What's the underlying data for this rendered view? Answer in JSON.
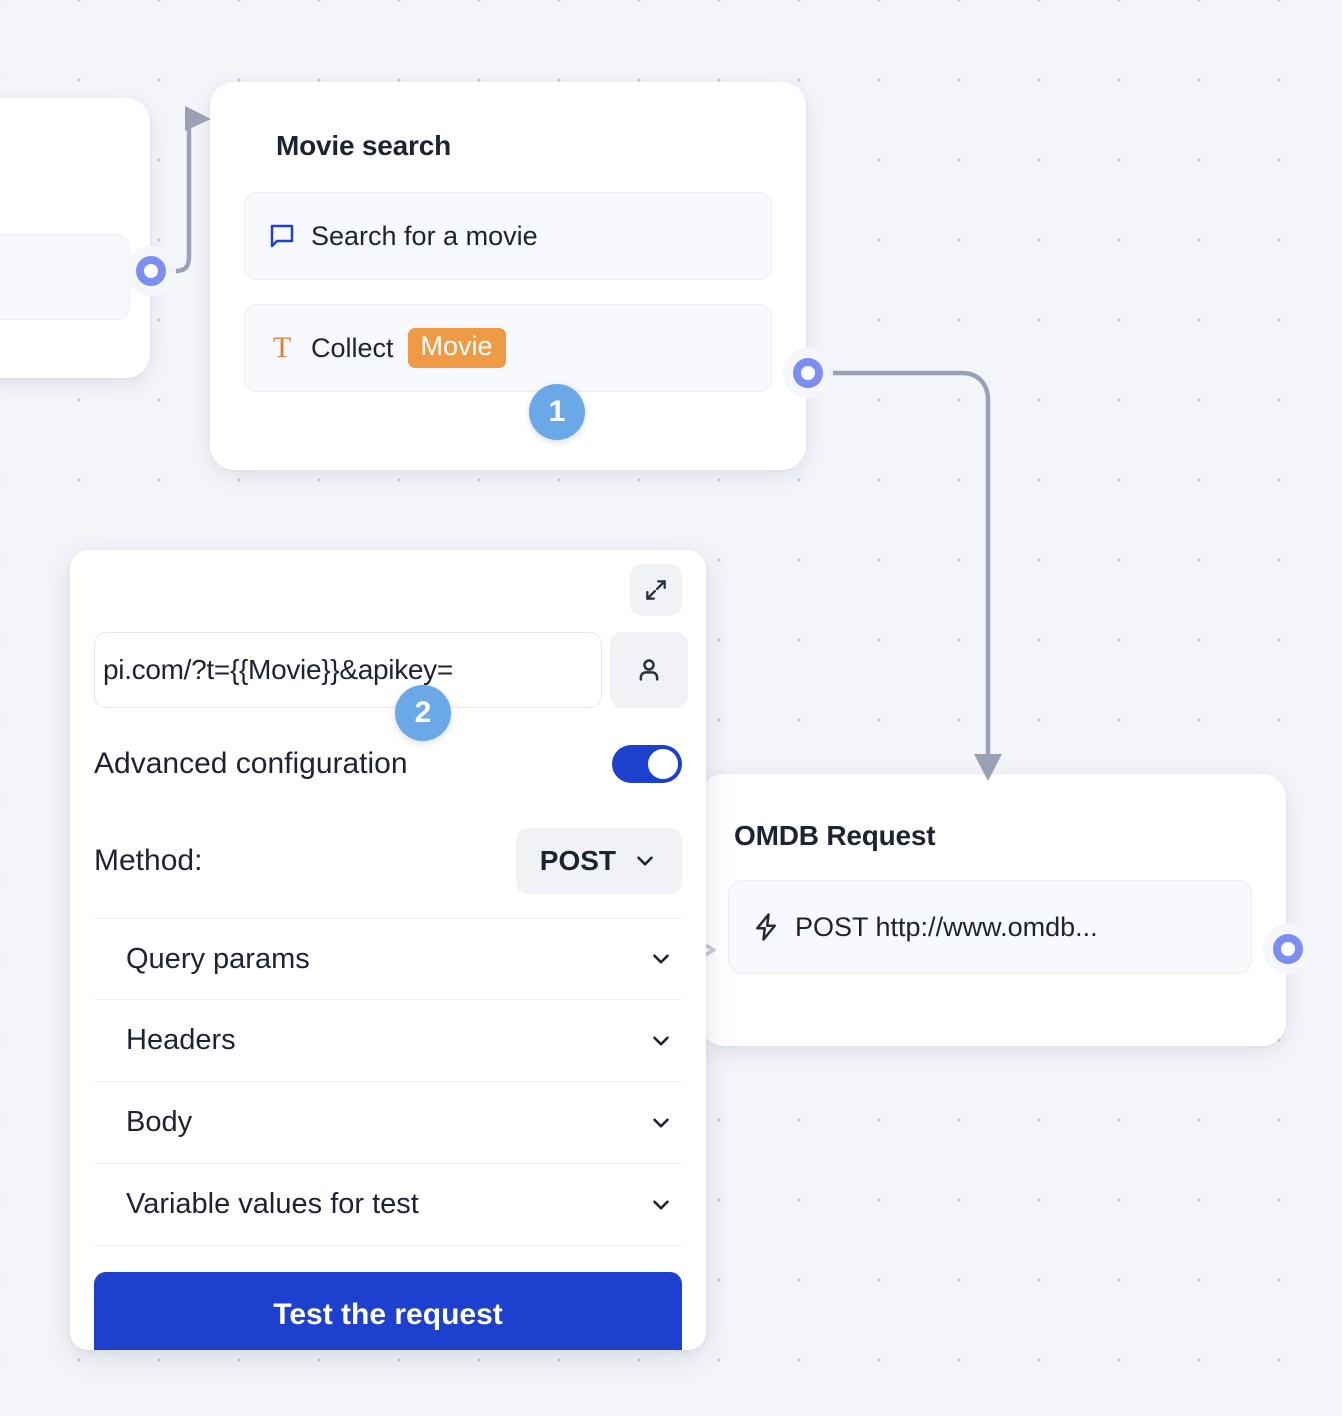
{
  "canvas": {
    "background_color": "#f4f5f9",
    "dot_color": "#c5cad8"
  },
  "nodes": {
    "partial_left": {
      "name": "partial-node"
    },
    "movie_search": {
      "title": "Movie search",
      "rows": [
        {
          "icon": "chat-bubble-icon",
          "label": "Search for a movie",
          "icon_color": "#1e40cf"
        },
        {
          "icon": "text-t-icon",
          "label": "Collect",
          "chip": "Movie",
          "icon_color": "#e08030",
          "chip_color": "#ef9a45"
        }
      ]
    },
    "omdb_request": {
      "title": "OMDB Request",
      "rows": [
        {
          "icon": "lightning-bolt-icon",
          "label": "POST http://www.omdb..."
        }
      ]
    }
  },
  "config_panel": {
    "expand_icon": "expand-diagonal-icon",
    "url_value": "pi.com/?t={{Movie}}&apikey=",
    "person_icon": "person-icon",
    "advanced_label": "Advanced configuration",
    "advanced_toggle": {
      "state": "on",
      "color": "#1e40cf"
    },
    "method_label": "Method:",
    "method_value": "POST",
    "method_chevron_icon": "chevron-down-icon",
    "accordions": [
      {
        "label": "Query params",
        "icon": "chevron-down-icon"
      },
      {
        "label": "Headers",
        "icon": "chevron-down-icon"
      },
      {
        "label": "Body",
        "icon": "chevron-down-icon"
      },
      {
        "label": "Variable values for test",
        "icon": "chevron-down-icon"
      }
    ],
    "test_button_label": "Test the request",
    "test_button_color": "#1e40cf"
  },
  "step_badges": [
    {
      "number": "1",
      "color": "#6aa8e8"
    },
    {
      "number": "2",
      "color": "#6aa8e8"
    }
  ],
  "ports": {
    "color": "#7c8ef2",
    "items": [
      "port-left-output",
      "port-movie-search-output",
      "port-omdb-output"
    ]
  },
  "edges": {
    "color": "#9aa1b5",
    "items": [
      {
        "from": "port-left-output",
        "to": "movie-search-node"
      },
      {
        "from": "port-movie-search-output",
        "to": "omdb-request-node"
      }
    ]
  }
}
